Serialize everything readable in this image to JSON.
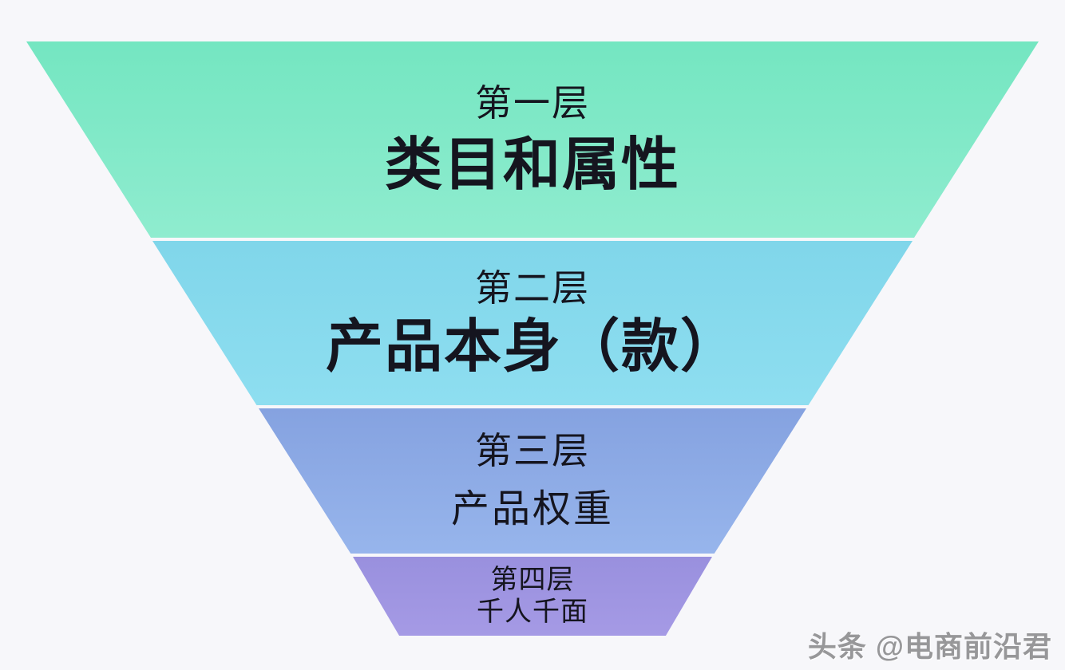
{
  "diagram": {
    "type": "funnel",
    "layers": [
      {
        "label": "第一层",
        "title": "类目和属性",
        "color_top": "#74e6c1",
        "color_bottom": "#8feccf"
      },
      {
        "label": "第二层",
        "title": "产品本身（款）",
        "color_top": "#80d6ea",
        "color_bottom": "#8edef0"
      },
      {
        "label": "第三层",
        "title": "产品权重",
        "color_top": "#85a2e0",
        "color_bottom": "#97b5ec"
      },
      {
        "label": "第四层",
        "title": "千人千面",
        "color_top": "#9990de",
        "color_bottom": "#a59ae5"
      }
    ],
    "text_color": "#15151f",
    "background_color": "#f7f7fa"
  },
  "watermark": {
    "text": "头条 @电商前沿君",
    "color": "#979799"
  }
}
